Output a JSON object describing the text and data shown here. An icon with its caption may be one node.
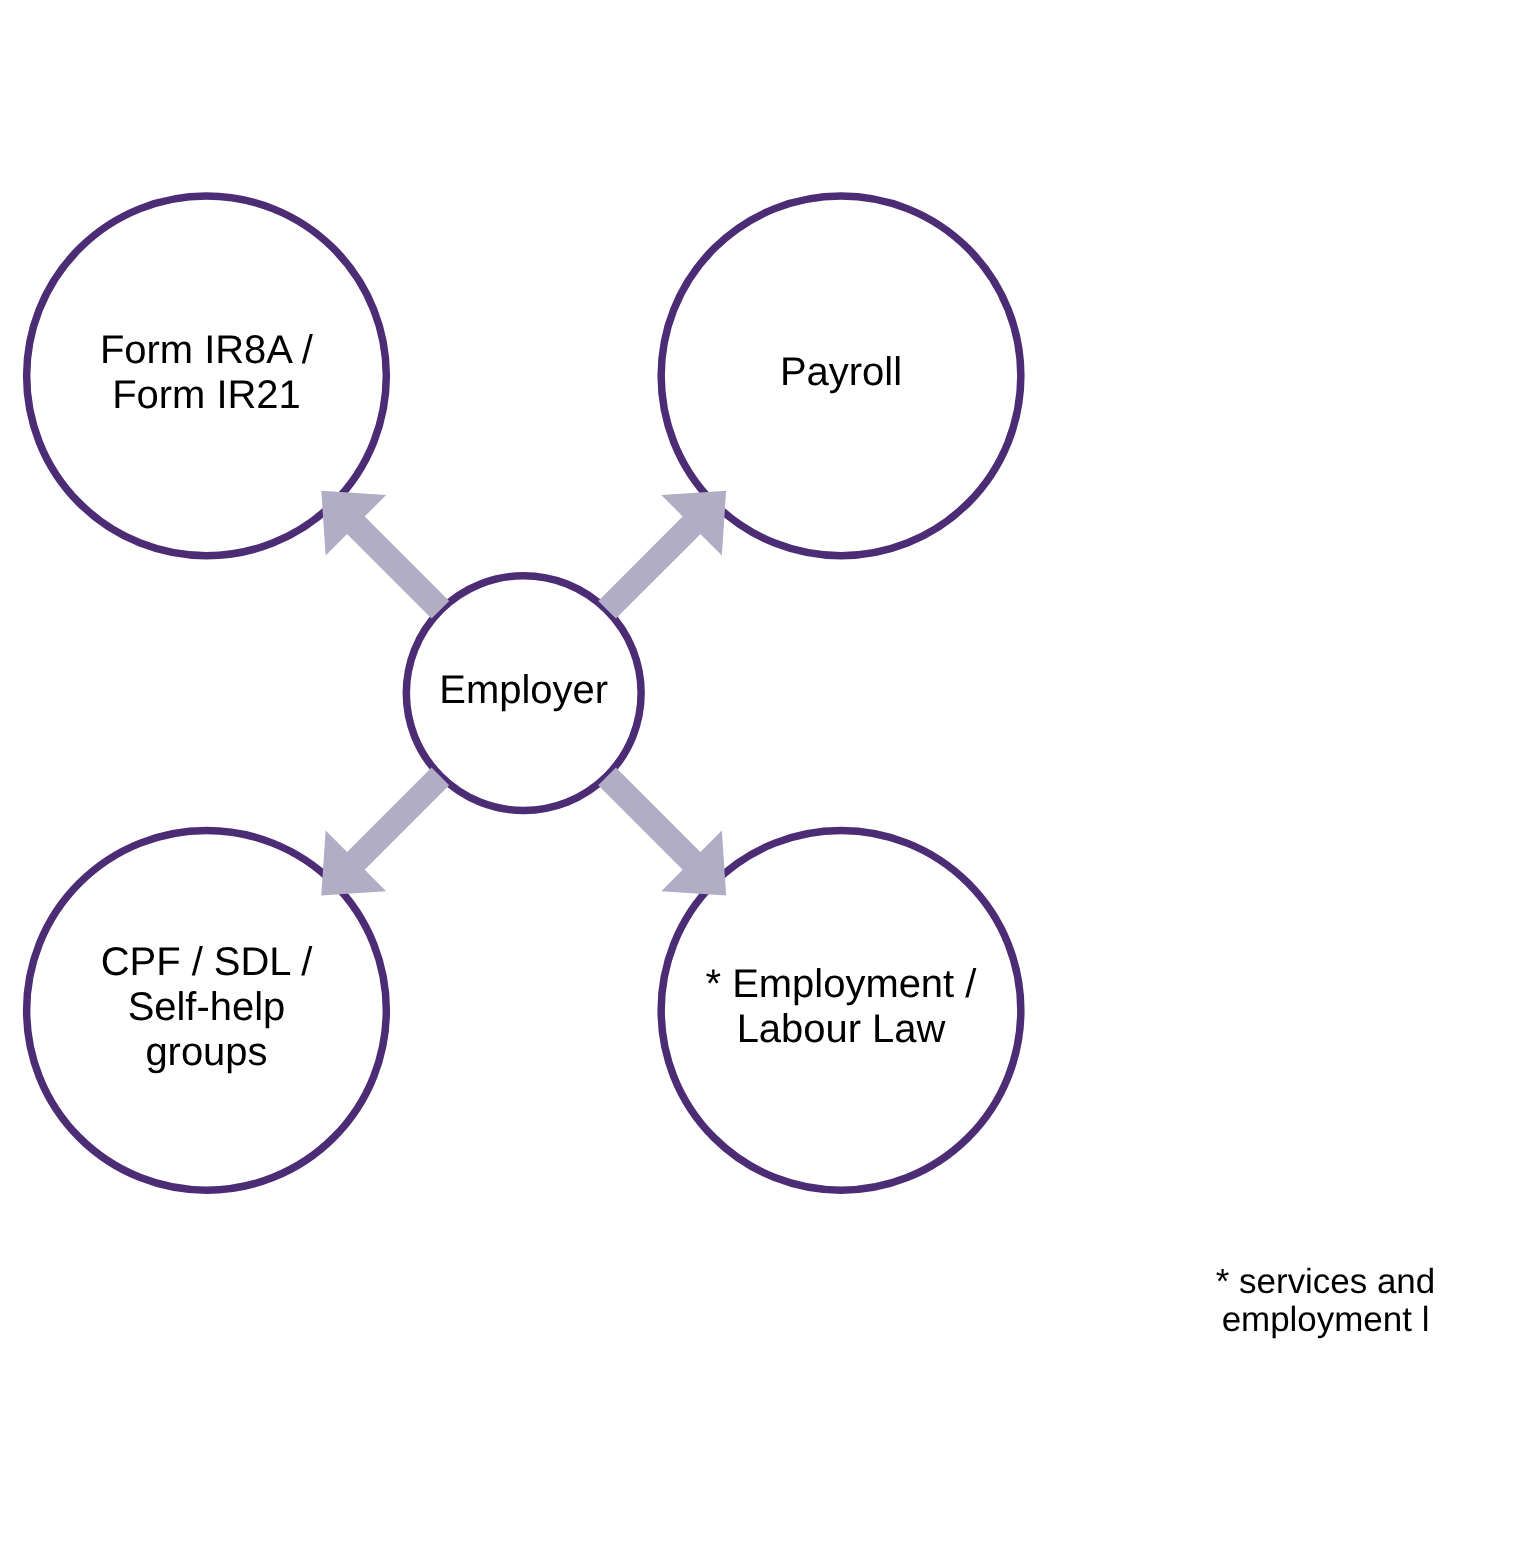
{
  "diagram": {
    "nodes": [
      {
        "text": [
          "Payroll"
        ]
      },
      {
        "text": [
          "Form IR8A / Form IR21"
        ]
      },
      {
        "text": [
          "Employer"
        ]
      },
      {
        "text": [
          "CPF / SDL / Self-help groups"
        ]
      },
      {
        "text": [
          "* Employment / Labour Law"
        ]
      }
    ],
    "edges": [
      {
        "from": 2,
        "to": 0,
        "arrow": "to"
      },
      {
        "from": 2,
        "to": 1,
        "arrow": "to"
      },
      {
        "from": 2,
        "to": 3,
        "arrow": "to"
      },
      {
        "from": 2,
        "to": 4,
        "arrow": "to"
      }
    ],
    "labels": [
      "* services and employment l"
    ]
  }
}
